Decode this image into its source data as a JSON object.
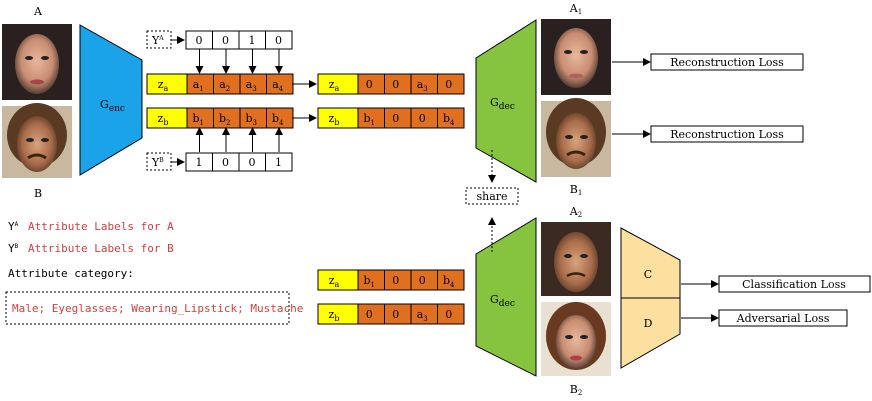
{
  "faces": {
    "a_label": "A",
    "b_label": "B",
    "a1_label": "A",
    "a1_sub": "1",
    "b1_label": "B",
    "b1_sub": "1",
    "a2_label": "A",
    "a2_sub": "2",
    "b2_label": "B",
    "b2_sub": "2"
  },
  "encoder": {
    "label": "G",
    "sub": "enc",
    "color": "#1aa3e8"
  },
  "decoder": {
    "label": "G",
    "sub": "dec",
    "color": "#86c440"
  },
  "labels_ya": {
    "tag": "Y",
    "sup": "A",
    "values": [
      "0",
      "0",
      "1",
      "0"
    ]
  },
  "labels_yb": {
    "tag": "Y",
    "sup": "B",
    "values": [
      "1",
      "0",
      "0",
      "1"
    ]
  },
  "latent": {
    "row_a": {
      "z": "z",
      "zsub": "a",
      "cells": [
        [
          "a",
          "1"
        ],
        [
          "a",
          "2"
        ],
        [
          "a",
          "3"
        ],
        [
          "a",
          "4"
        ]
      ]
    },
    "row_b": {
      "z": "z",
      "zsub": "b",
      "cells": [
        [
          "b",
          "1"
        ],
        [
          "b",
          "2"
        ],
        [
          "b",
          "3"
        ],
        [
          "b",
          "4"
        ]
      ]
    },
    "masked_a": {
      "z": "z",
      "zsub": "a",
      "cells": [
        [
          "0",
          ""
        ],
        [
          "0",
          ""
        ],
        [
          "a",
          "3"
        ],
        [
          "0",
          ""
        ]
      ]
    },
    "masked_b": {
      "z": "z",
      "zsub": "b",
      "cells": [
        [
          "b",
          "1"
        ],
        [
          "0",
          ""
        ],
        [
          "0",
          ""
        ],
        [
          "b",
          "4"
        ]
      ]
    },
    "swap_a": {
      "z": "z",
      "zsub": "a",
      "cells": [
        [
          "b",
          "1"
        ],
        [
          "0",
          ""
        ],
        [
          "0",
          ""
        ],
        [
          "b",
          "4"
        ]
      ]
    },
    "swap_b": {
      "z": "z",
      "zsub": "b",
      "cells": [
        [
          "0",
          ""
        ],
        [
          "0",
          ""
        ],
        [
          "a",
          "3"
        ],
        [
          "0",
          ""
        ]
      ]
    },
    "yellow": "#ffff00",
    "orange": "#e07020"
  },
  "share_label": "share",
  "losses": {
    "recon1": "Reconstruction Loss",
    "recon2": "Reconstruction Loss",
    "cls": "Classification Loss",
    "adv": "Adversarial Loss"
  },
  "disc": {
    "c": "C",
    "d": "D",
    "color": "#fde0a0"
  },
  "legend": {
    "ya_tag": "Y",
    "ya_sup": "A",
    "ya_text": "Attribute Labels for A",
    "yb_tag": "Y",
    "yb_sup": "B",
    "yb_text": "Attribute Labels for B",
    "category_title": "Attribute category:",
    "category_list": "Male; Eyeglasses; Wearing_Lipstick; Mustache"
  }
}
